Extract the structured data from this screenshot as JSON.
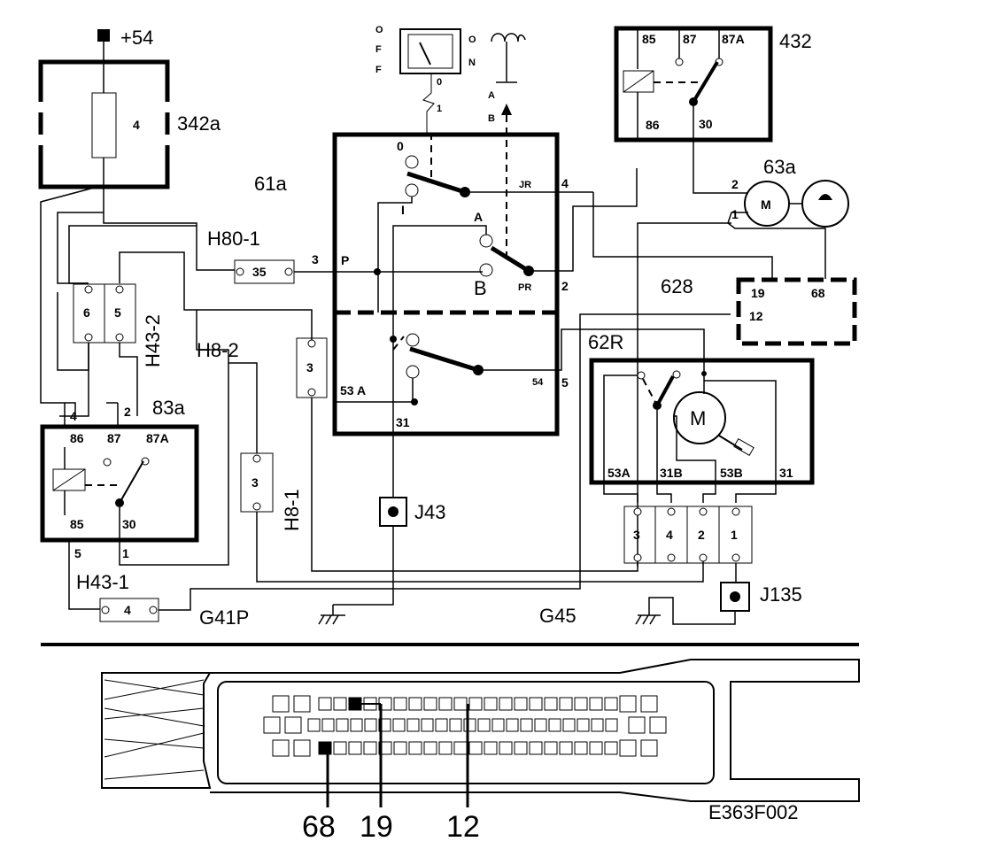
{
  "supply": {
    "label": "+54"
  },
  "fuse": {
    "number": "4",
    "ref": "342a"
  },
  "relay_432": {
    "ref": "432",
    "pins": [
      "85",
      "87",
      "87A",
      "86",
      "30"
    ]
  },
  "relay_83a": {
    "ref": "83a",
    "pins": [
      "86",
      "87",
      "87A",
      "85",
      "30"
    ],
    "wires": [
      "4",
      "2",
      "5",
      "1"
    ]
  },
  "switch_61a": {
    "ref": "61a",
    "labels": [
      "0",
      "I",
      "A",
      "B",
      "JR",
      "PR",
      "P",
      "54",
      "53 A",
      "31"
    ],
    "wires": [
      "4",
      "2",
      "5",
      "3"
    ]
  },
  "off_switch": {
    "letters_off": [
      "O",
      "F",
      "F"
    ],
    "letters_on": [
      "O",
      "N"
    ],
    "pos0": "0",
    "pos1": "1",
    "arrows": [
      "A",
      "B"
    ]
  },
  "connectors": {
    "h80_1": {
      "ref": "H80-1",
      "pin": "35"
    },
    "h43_2": {
      "ref": "H43-2",
      "pins": [
        "6",
        "5"
      ]
    },
    "h8_2": {
      "ref": "H8-2",
      "pin": "3"
    },
    "h8_1": {
      "ref": "H8-1",
      "pin": "3"
    },
    "h43_1": {
      "ref": "H43-1",
      "pin": "4"
    },
    "wiper_plug": {
      "pins": [
        "3",
        "4",
        "2",
        "1"
      ]
    }
  },
  "ecu_628": {
    "ref": "628",
    "pins": [
      "19",
      "68",
      "12"
    ]
  },
  "pump_63a": {
    "ref": "63a",
    "motor": "M",
    "wires": [
      "2",
      "1"
    ]
  },
  "motor_62R": {
    "ref": "62R",
    "motor": "M",
    "terminals": [
      "53A",
      "31B",
      "53B",
      "31"
    ]
  },
  "grounds": {
    "g41p": "G41P",
    "g45": "G45",
    "j43": "J43",
    "j135": "J135"
  },
  "ecu_connector": {
    "callouts": [
      "68",
      "19",
      "12"
    ]
  },
  "figure_code": "E363F002"
}
